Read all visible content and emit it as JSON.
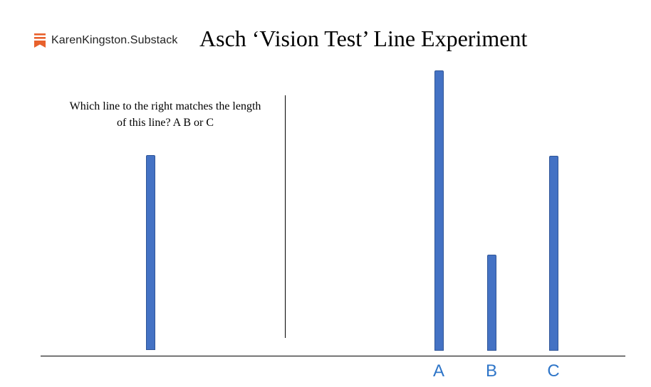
{
  "brand": {
    "name": "KarenKingston.Substack",
    "logo_icon": "substack-logo-icon",
    "logo_color": "#e8612c"
  },
  "title": "Asch ‘Vision Test’ Line Experiment",
  "question": "Which line to the right matches the length of this line? A B or C",
  "colors": {
    "bar_fill": "#4472c4",
    "label": "#2e75c8"
  },
  "chart_data": {
    "type": "bar",
    "reference_line": {
      "value": 274
    },
    "categories": [
      "A",
      "B",
      "C"
    ],
    "values": [
      394,
      135,
      274
    ]
  }
}
